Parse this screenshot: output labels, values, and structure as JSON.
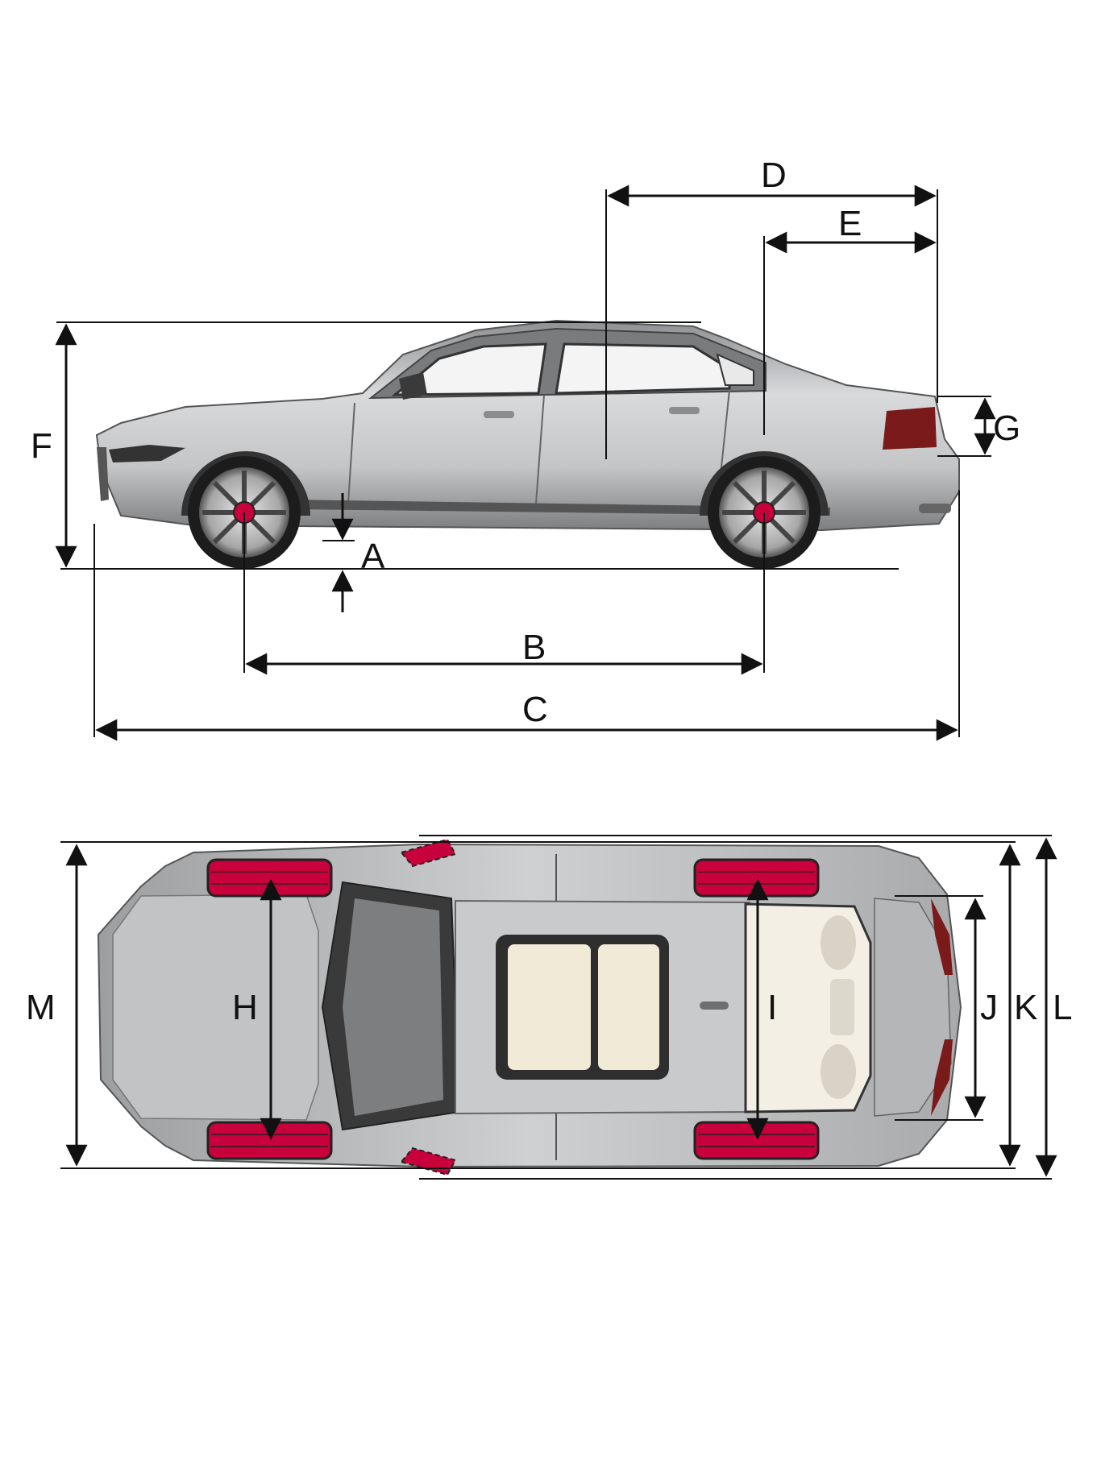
{
  "labels": {
    "A": "A",
    "B": "B",
    "C": "C",
    "D": "D",
    "E": "E",
    "F": "F",
    "G": "G",
    "H": "H",
    "I": "I",
    "J": "J",
    "K": "K",
    "L": "L",
    "M": "M"
  },
  "colors": {
    "wheel_marker": "#c8003c",
    "body": "#bfc0c2",
    "body_dark": "#6b6b6b",
    "sunroof": "#f1ead7",
    "line": "#111111"
  }
}
